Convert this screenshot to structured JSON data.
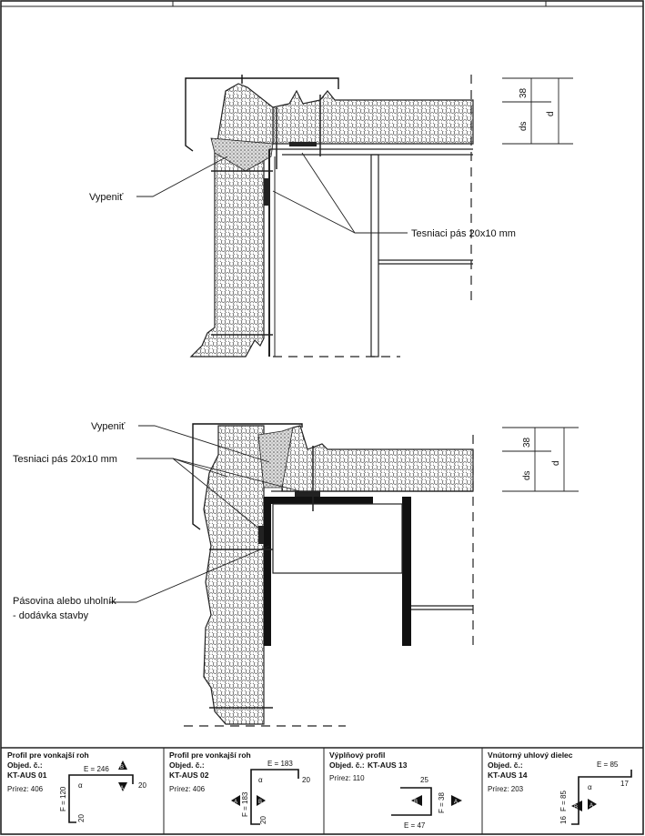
{
  "top_detail": {
    "foam_label": "Vypeniť",
    "seal_label": "Tesniaci pás 20x10 mm",
    "dim_a": "38",
    "dim_ds": "ds",
    "dim_d": "d"
  },
  "bottom_detail": {
    "foam_label": "Vypeniť",
    "seal_label": "Tesniaci pás 20x10 mm",
    "strip_label_line1": "Pásovina alebo uholník",
    "strip_label_line2": "- dodávka stavby",
    "dim_a": "38",
    "dim_ds": "ds",
    "dim_d": "d"
  },
  "footer": {
    "cells": [
      {
        "title": "Profil pre vonkajší roh",
        "obj_label": "Objed. č.:",
        "code": "KT-AUS 01",
        "section": "Prírez: 406",
        "e_label": "E = 246",
        "f_label": "F = 120",
        "alpha": "α",
        "n1": "20",
        "n2": "20",
        "a_mark": "A",
        "b_mark": "B"
      },
      {
        "title": "Profil pre vonkajší roh",
        "obj_label": "Objed. č.:",
        "code": "KT-AUS 02",
        "section": "Prírez: 406",
        "e_label": "E = 183",
        "f_label": "F = 183",
        "alpha": "α",
        "n1": "20",
        "n2": "20",
        "a_mark": "A",
        "b_mark": "B"
      },
      {
        "title": "Výplňový profil",
        "obj_label": "Objed. č.:",
        "code": "KT-AUS 13",
        "section": "Prírez: 110",
        "n_top": "25",
        "f_label": "F = 38",
        "e_label": "E = 47",
        "a_mark": "A",
        "b_mark": "B"
      },
      {
        "title": "Vnútorný uhlový dielec",
        "obj_label": "Objed. č.:",
        "code": "KT-AUS 14",
        "section": "Prírez: 203",
        "e_label": "E = 85",
        "f_label": "F = 85",
        "alpha": "α",
        "n1": "17",
        "n2": "16",
        "a_mark": "A",
        "b_mark": "B"
      }
    ]
  }
}
